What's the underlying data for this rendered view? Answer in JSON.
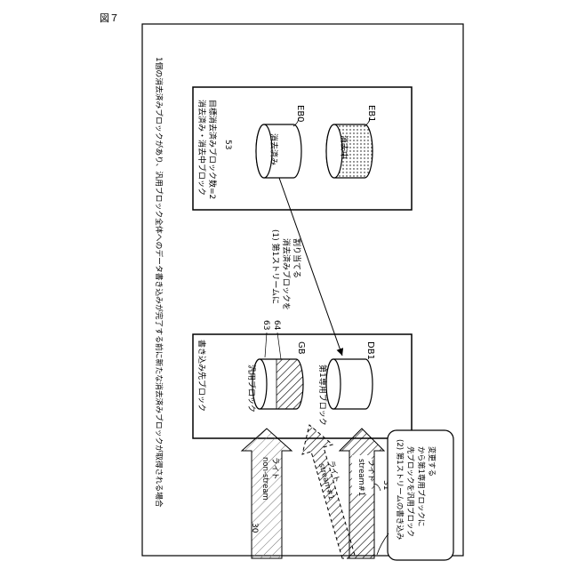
{
  "figure_label": "図７",
  "heading": "1個の消去済みブロックがあり、汎用ブロック全体へのデータ書き込みが完了する前に新たな消去済みブロックが取得される場合",
  "free_pool": {
    "title": "消去済み・消去中ブロック",
    "target": "目標消去済みブロック数=2",
    "ref": "53",
    "eb0": {
      "text": "消去済み",
      "label": "EB0"
    },
    "eb1": {
      "text": "消去中",
      "label": "EB1"
    }
  },
  "write_dest": {
    "title": "書き込み先ブロック",
    "gb": {
      "text": "汎用ブロック",
      "label": "GB",
      "ref_a": "63",
      "ref_b": "64"
    },
    "db1": {
      "text": "第1専用ブロック",
      "label": "DB1"
    }
  },
  "step1": [
    "(1) 第1ストリームに",
    "消去済みブロックを",
    "割り当てる"
  ],
  "step2": [
    "(2) 第1ストリームの書き込み",
    "先ブロックを汎用ブロック",
    "から第1専用ブロックに",
    "変更する"
  ],
  "arrows": {
    "nonstream": {
      "line1": "non-stream",
      "line2": "ライト",
      "ref": "30"
    },
    "stream_prev": {
      "line1": "stream#1",
      "line2": "ライト"
    },
    "stream": {
      "line1": "stream#1",
      "line2": "ライト",
      "ref": "31"
    }
  }
}
